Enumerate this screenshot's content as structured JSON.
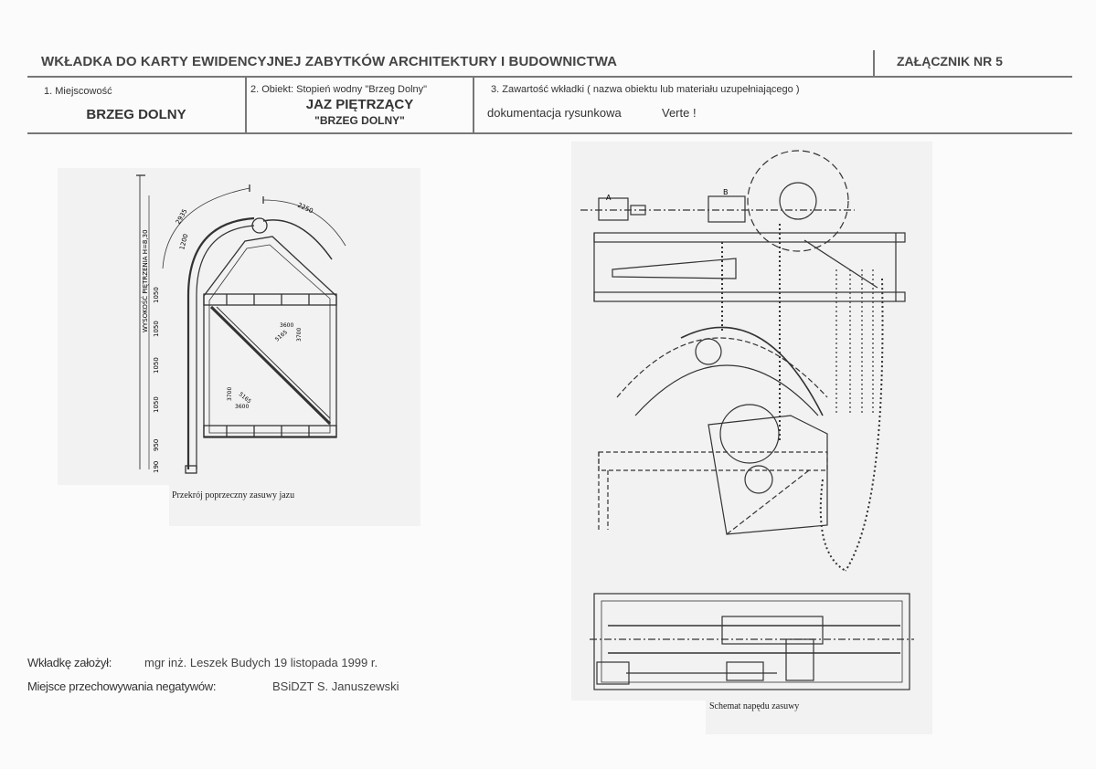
{
  "header": {
    "title": "WKŁADKA DO KARTY EWIDENCYJNEJ ZABYTKÓW ARCHITEKTURY I BUDOWNICTWA",
    "annex": "ZAŁĄCZNIK NR  5"
  },
  "fields": {
    "locality_label": "1. Miejscowość",
    "locality_value": "BRZEG DOLNY",
    "object_label": "2. Obiekt: Stopień wodny \"Brzeg Dolny\"",
    "object_value": "JAZ PIĘTRZĄCY",
    "object_sub": "\"BRZEG DOLNY\"",
    "content_label": "3. Zawartość wkładki ( nazwa obiektu lub materiału uzupełniającego )",
    "content_value": "dokumentacja rysunkowa",
    "content_note": "Verte !"
  },
  "drawing_left": {
    "caption": "Przekrój poprzeczny zasuwy jazu",
    "dim_top": "2250",
    "dim_arc": "2935",
    "dim_left": "1200",
    "dim_height_label": "WYSOKOŚĆ PIĘTRZENIA H=8,30",
    "dims_vertical": [
      "1050",
      "1050",
      "1050",
      "1050",
      "950",
      "190"
    ],
    "dim_a": "3600",
    "dim_b": "5165",
    "dim_c": "3700",
    "dim_d": "3700",
    "dim_e": "5165",
    "dim_f": "3600"
  },
  "drawing_right": {
    "caption": "Schemat napędu zasuwy"
  },
  "footer": {
    "created_by_label": "Wkładkę założył:",
    "created_by_value": "mgr inż. Leszek Budych  19 listopada 1999 r.",
    "storage_label": "Miejsce przechowywania negatywów:",
    "storage_value": "BSiDZT S. Januszewski"
  }
}
